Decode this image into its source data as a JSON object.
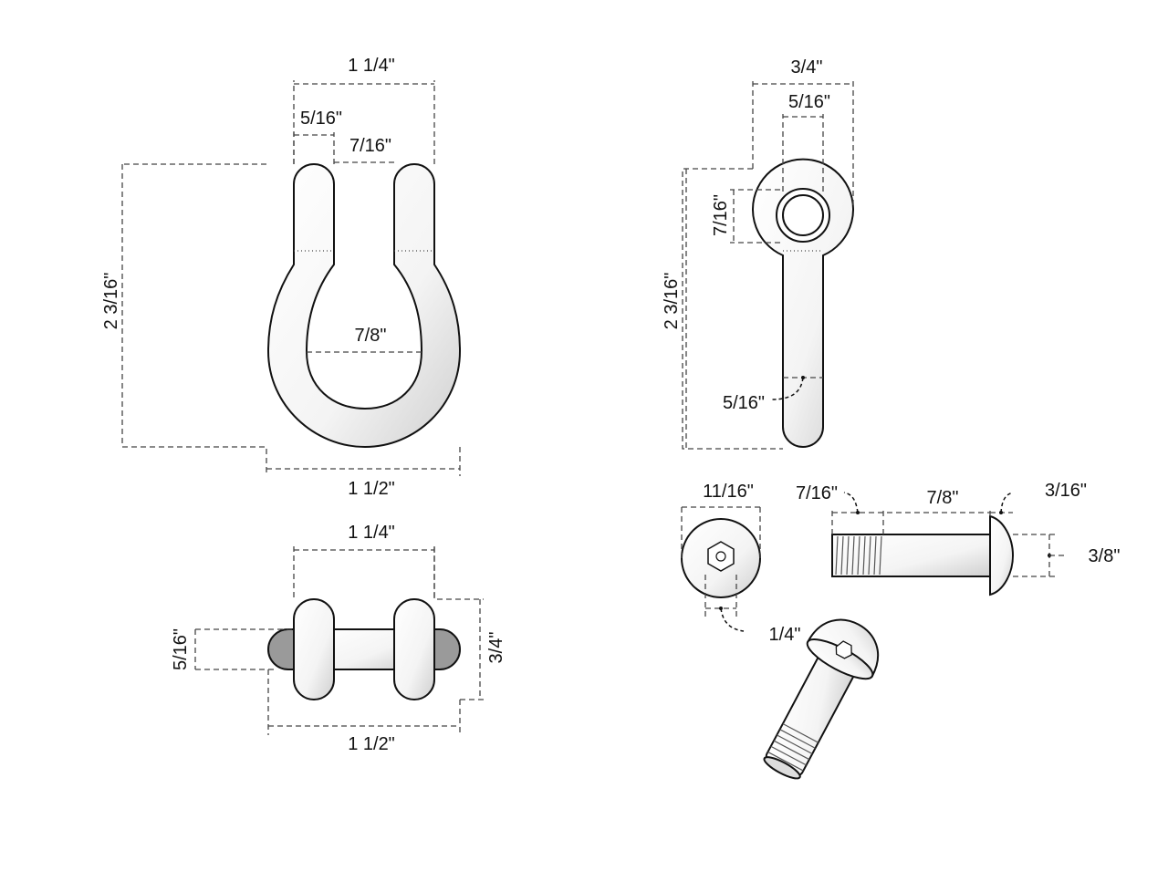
{
  "shackle_front": {
    "top_width": "1 1/4\"",
    "leg_width": "5/16\"",
    "gap": "7/16\"",
    "height": "2 3/16\"",
    "inner_width": "7/8\"",
    "outer_width": "1 1/2\""
  },
  "shackle_top": {
    "top_width": "1 1/4\"",
    "pin_diameter": "5/16\"",
    "ring_height": "3/4\"",
    "overall_length": "1 1/2\""
  },
  "pin_side": {
    "eye_width": "3/4\"",
    "hole_diameter": "5/16\"",
    "eye_inner": "7/16\"",
    "length": "2 3/16\"",
    "shank_diameter": "5/16\""
  },
  "bolt": {
    "head_diameter": "11/16\"",
    "hex_socket": "1/4\"",
    "thread_length": "7/16\"",
    "shank_length": "7/8\"",
    "head_height": "3/16\"",
    "shank_diameter": "3/8\""
  }
}
